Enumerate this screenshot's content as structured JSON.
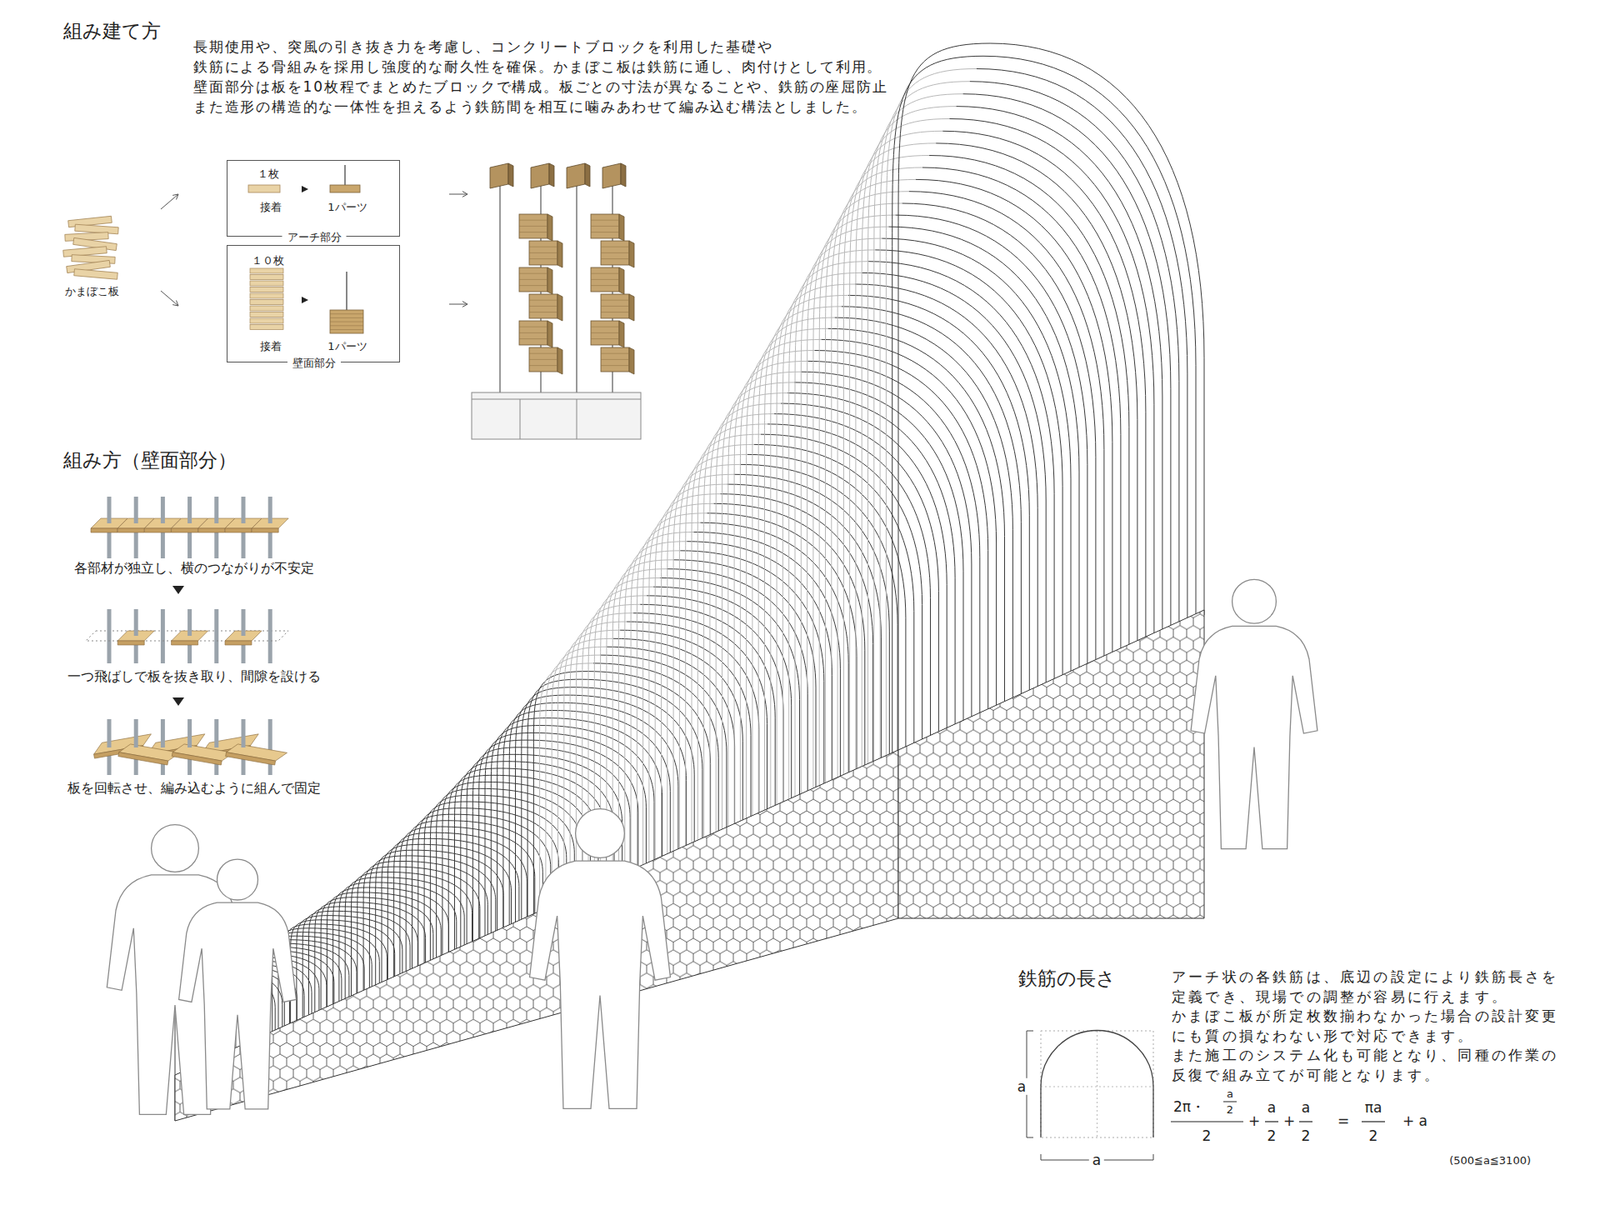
{
  "diagram": {
    "nodes": [
      {
        "text": [
          "１枚",
          "接着",
          "1パーツ",
          "アーチ部分"
        ]
      },
      {
        "text": [
          "１０枚",
          "接着",
          "1パーツ",
          "壁面部分"
        ]
      }
    ],
    "labels": [
      "組み建て方",
      "長期使用や、突風の引き抜き力を考慮し、コンクリートブロックを利用した基礎や 鉄筋による骨組みを採用し強度的な耐久性を確保。かまぼこ板は鉄筋に通し、肉付けとして利用。 壁面部分は板を10枚程でまとめたブロックで構成。板ごとの寸法が異なることや、鉄筋の座屈防止 また造形の構造的な一体性を担えるよう鉄筋間を相互に噛みあわせて編み込む構法としました。",
      "かまぼこ板",
      "組み方（壁面部分）",
      "各部材が独立し、横のつながりが不安定",
      "一つ飛ばしで板を抜き取り、間隙を設ける",
      "板を回転させ、編み込むように組んで固定",
      "鉄筋の長さ",
      "アーチ状の各鉄筋は、底辺の設定により鉄筋長さを 定義でき、現場での調整が容易に行えます。 かまぼこ板が所定枚数揃わなかった場合の設計変更 にも質の損なわない形で対応できます。 また施工のシステム化も可能となり、同種の作業の 反復で組み立てが可能となります。",
      "a",
      "a",
      "2π・",
      "a",
      "2",
      "2",
      "+",
      "a",
      "2",
      "+",
      "a",
      "2",
      "=",
      "πa",
      "2",
      "+ a",
      "(500≦a≦3100)"
    ]
  }
}
